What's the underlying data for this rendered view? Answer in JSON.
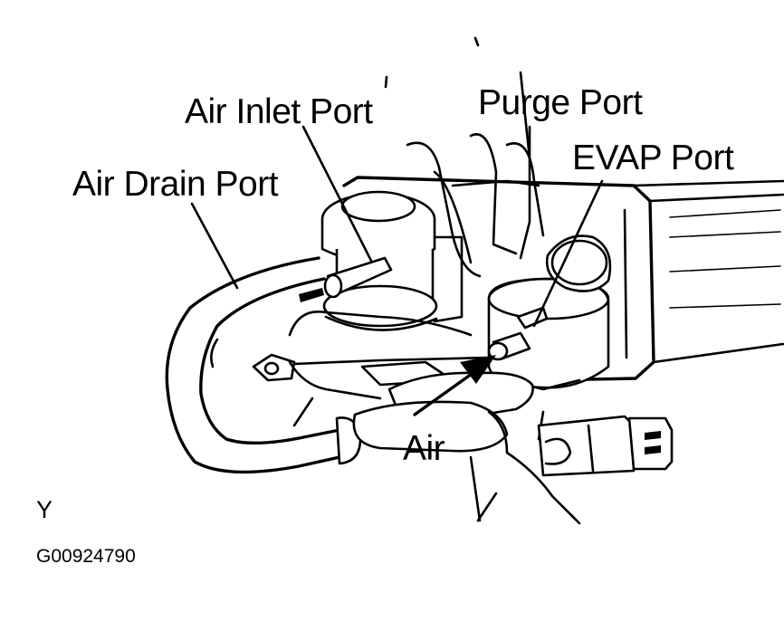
{
  "figure": {
    "labels": {
      "air_inlet_port": "Air Inlet Port",
      "purge_port": "Purge Port",
      "evap_port": "EVAP Port",
      "air_drain_port": "Air Drain Port",
      "air": "Air"
    },
    "view_marker": "Y",
    "figure_code": "G00924790"
  },
  "colors": {
    "ink": "#000000",
    "background": "#ffffff"
  }
}
